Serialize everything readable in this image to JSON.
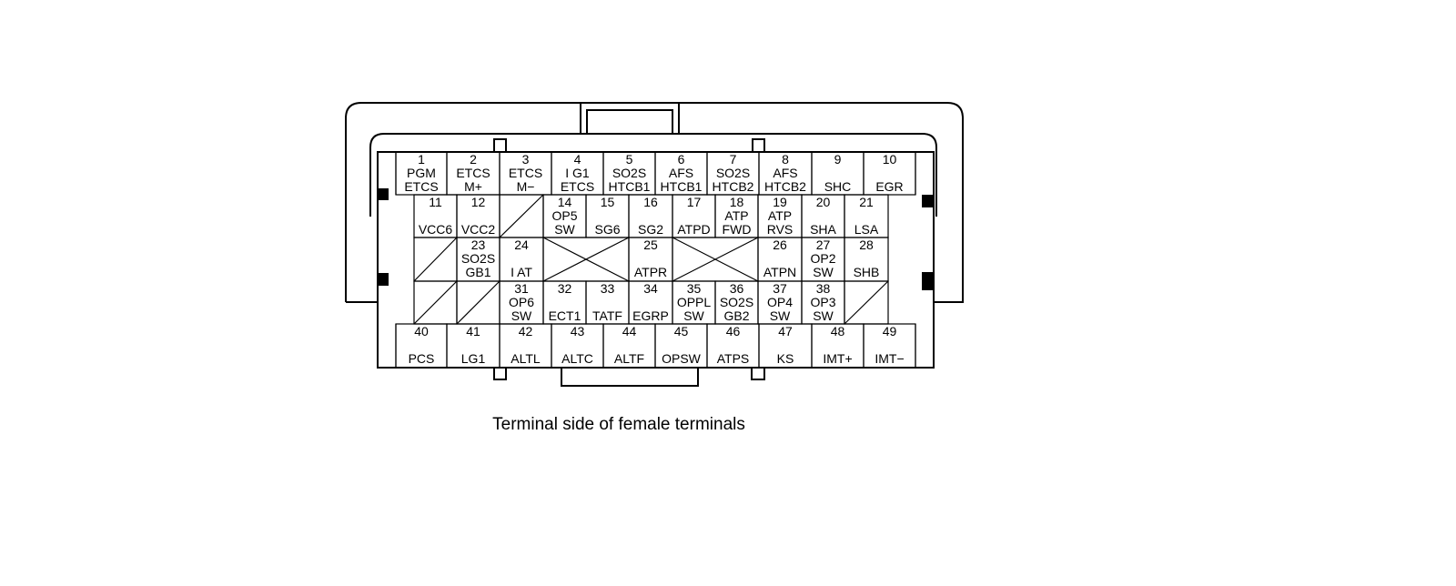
{
  "caption": "Terminal side of female terminals",
  "terminals": [
    {
      "num": "1",
      "lines": [
        "PGM",
        "ETCS"
      ]
    },
    {
      "num": "2",
      "lines": [
        "ETCS",
        "M+"
      ]
    },
    {
      "num": "3",
      "lines": [
        "ETCS",
        "M−"
      ]
    },
    {
      "num": "4",
      "lines": [
        "I G1",
        "ETCS"
      ]
    },
    {
      "num": "5",
      "lines": [
        "SO2S",
        "HTCB1"
      ]
    },
    {
      "num": "6",
      "lines": [
        "AFS",
        "HTCB1"
      ]
    },
    {
      "num": "7",
      "lines": [
        "SO2S",
        "HTCB2"
      ]
    },
    {
      "num": "8",
      "lines": [
        "AFS",
        "HTCB2"
      ]
    },
    {
      "num": "9",
      "lines": [
        "",
        "SHC"
      ]
    },
    {
      "num": "10",
      "lines": [
        "",
        "EGR"
      ]
    },
    {
      "num": "11",
      "lines": [
        "",
        "VCC6"
      ]
    },
    {
      "num": "12",
      "lines": [
        "",
        "VCC2"
      ]
    },
    {
      "num": "14",
      "lines": [
        "OP5",
        "SW"
      ]
    },
    {
      "num": "15",
      "lines": [
        "",
        "SG6"
      ]
    },
    {
      "num": "16",
      "lines": [
        "",
        "SG2"
      ]
    },
    {
      "num": "17",
      "lines": [
        "",
        "ATPD"
      ]
    },
    {
      "num": "18",
      "lines": [
        "ATP",
        "FWD"
      ]
    },
    {
      "num": "19",
      "lines": [
        "ATP",
        "RVS"
      ]
    },
    {
      "num": "20",
      "lines": [
        "",
        "SHA"
      ]
    },
    {
      "num": "21",
      "lines": [
        "",
        "LSA"
      ]
    },
    {
      "num": "23",
      "lines": [
        "SO2S",
        "GB1"
      ]
    },
    {
      "num": "24",
      "lines": [
        "",
        "I AT"
      ]
    },
    {
      "num": "25",
      "lines": [
        "",
        "ATPR"
      ]
    },
    {
      "num": "26",
      "lines": [
        "",
        "ATPN"
      ]
    },
    {
      "num": "27",
      "lines": [
        "OP2",
        "SW"
      ]
    },
    {
      "num": "28",
      "lines": [
        "",
        "SHB"
      ]
    },
    {
      "num": "31",
      "lines": [
        "OP6",
        "SW"
      ]
    },
    {
      "num": "32",
      "lines": [
        "",
        "ECT1"
      ]
    },
    {
      "num": "33",
      "lines": [
        "",
        "TATF"
      ]
    },
    {
      "num": "34",
      "lines": [
        "",
        "EGRP"
      ]
    },
    {
      "num": "35",
      "lines": [
        "OPPL",
        "SW"
      ]
    },
    {
      "num": "36",
      "lines": [
        "SO2S",
        "GB2"
      ]
    },
    {
      "num": "37",
      "lines": [
        "OP4",
        "SW"
      ]
    },
    {
      "num": "38",
      "lines": [
        "OP3",
        "SW"
      ]
    },
    {
      "num": "40",
      "lines": [
        "",
        "PCS"
      ]
    },
    {
      "num": "41",
      "lines": [
        "",
        "LG1"
      ]
    },
    {
      "num": "42",
      "lines": [
        "",
        "ALTL"
      ]
    },
    {
      "num": "43",
      "lines": [
        "",
        "ALTC"
      ]
    },
    {
      "num": "44",
      "lines": [
        "",
        "ALTF"
      ]
    },
    {
      "num": "45",
      "lines": [
        "",
        "OPSW"
      ]
    },
    {
      "num": "46",
      "lines": [
        "",
        "ATPS"
      ]
    },
    {
      "num": "47",
      "lines": [
        "",
        "KS"
      ]
    },
    {
      "num": "48",
      "lines": [
        "",
        "IMT+"
      ]
    },
    {
      "num": "49",
      "lines": [
        "",
        "IMT−"
      ]
    }
  ]
}
